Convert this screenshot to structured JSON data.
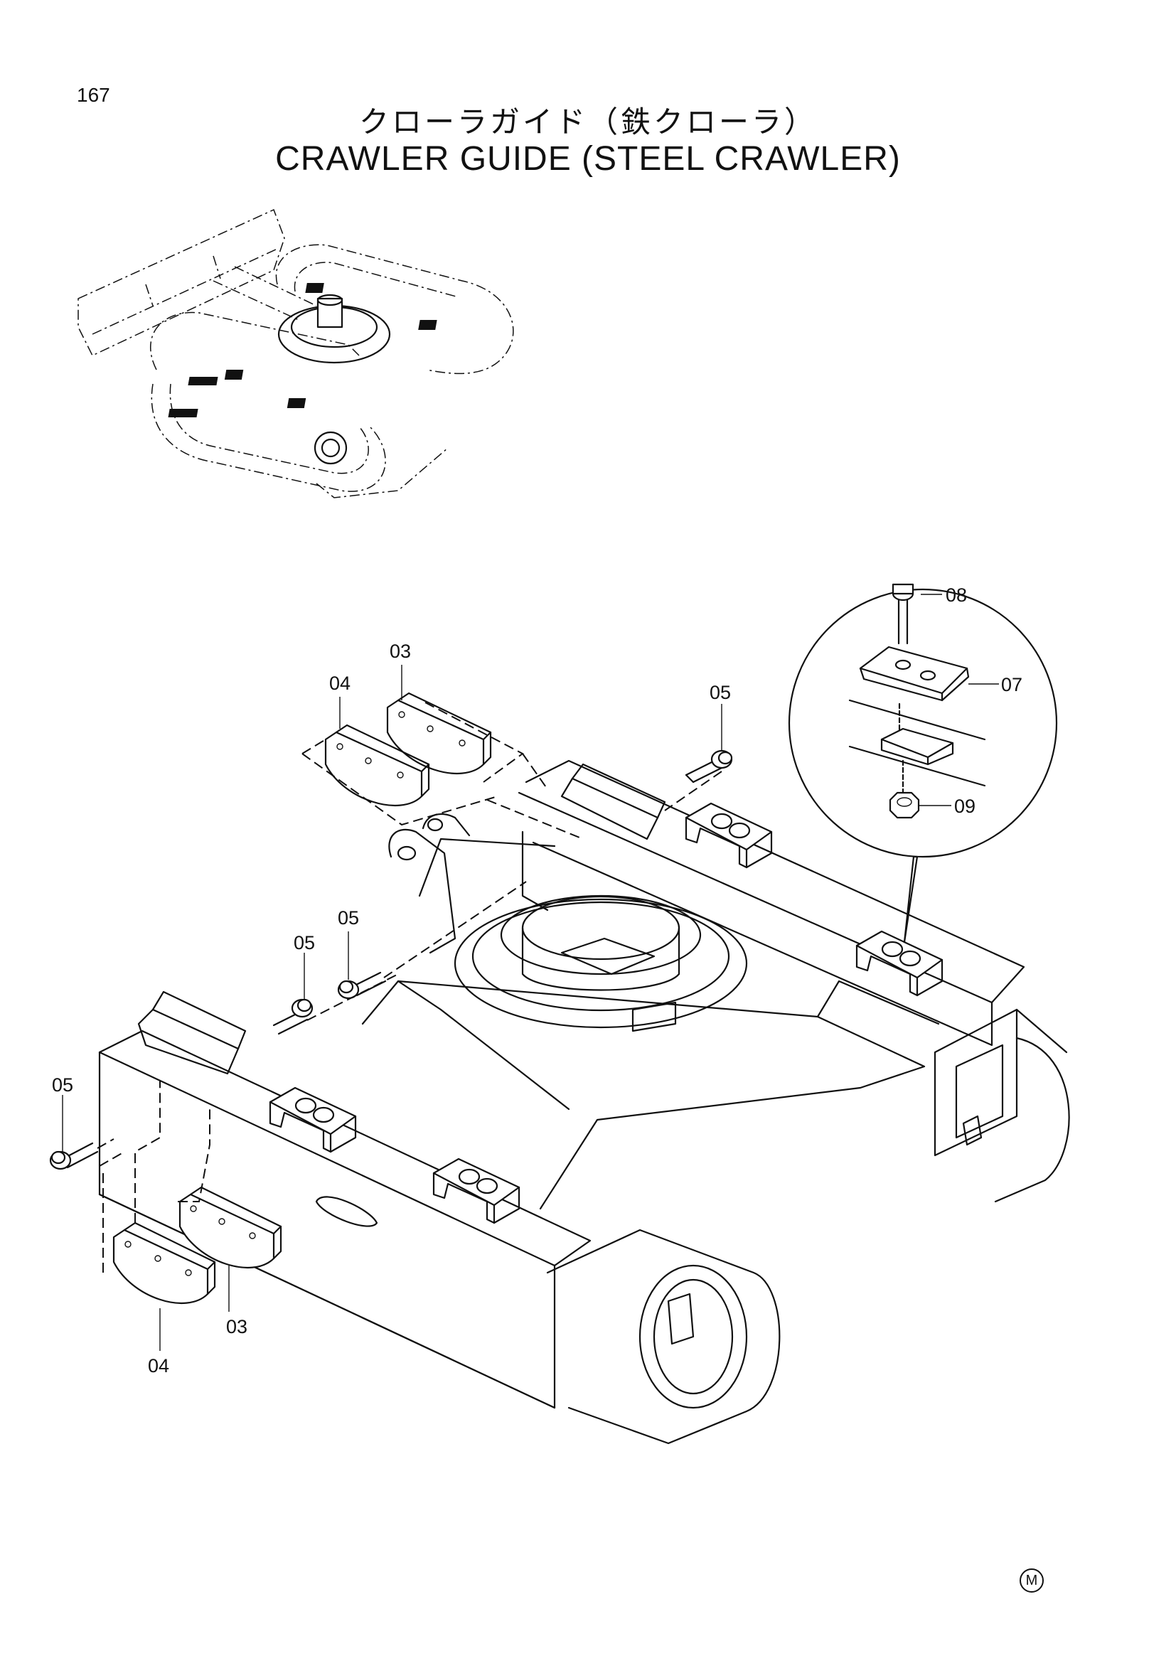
{
  "page": {
    "number": "167",
    "title_ja": "クローラガイド（鉄クローラ）",
    "title_en": "CRAWLER GUIDE (STEEL CRAWLER)",
    "mark": "M"
  },
  "callouts": {
    "c03_top": "03",
    "c04_top": "04",
    "c05_right": "05",
    "c05_mid": "05",
    "c05_left_upper": "05",
    "c05_left": "05",
    "c03_bottom": "03",
    "c04_bottom": "04",
    "c07": "07",
    "c08": "08",
    "c09": "09"
  }
}
